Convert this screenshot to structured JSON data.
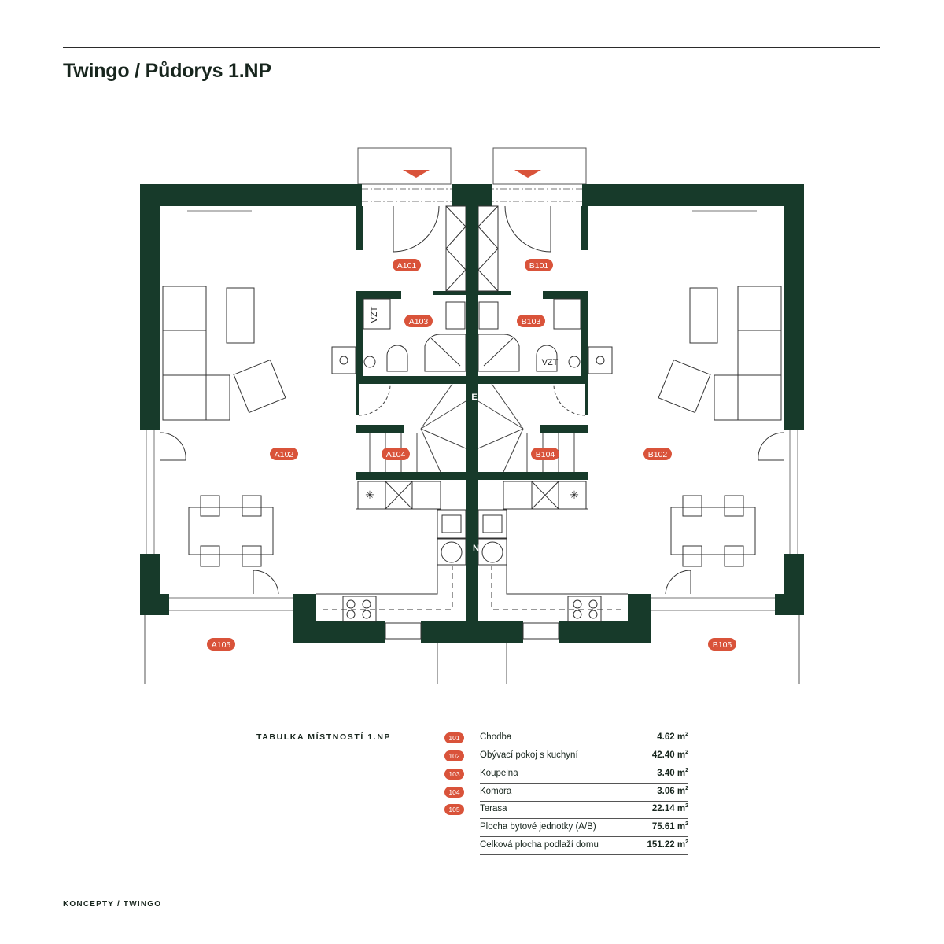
{
  "header": {
    "title": "Twingo / Půdorys 1.NP"
  },
  "colors": {
    "wall": "#173a2a",
    "accent": "#d9533a"
  },
  "plan": {
    "rooms": {
      "a101": "A101",
      "a102": "A102",
      "a103": "A103",
      "a104": "A104",
      "a105": "A105",
      "b101": "B101",
      "b102": "B102",
      "b103": "B103",
      "b104": "B104",
      "b105": "B105"
    },
    "labels": {
      "vzt": "VZT",
      "east": "E",
      "north": "N"
    }
  },
  "table": {
    "title": "TABULKA MÍSTNOSTÍ 1.NP",
    "unit": "m",
    "rows": [
      {
        "code": "101",
        "name": "Chodba",
        "value": "4.62"
      },
      {
        "code": "102",
        "name": "Obývací pokoj s kuchyní",
        "value": "42.40"
      },
      {
        "code": "103",
        "name": "Koupelna",
        "value": "3.40"
      },
      {
        "code": "104",
        "name": "Komora",
        "value": "3.06"
      },
      {
        "code": "105",
        "name": "Terasa",
        "value": "22.14"
      },
      {
        "code": "",
        "name": "Plocha bytové jednotky (A/B)",
        "value": "75.61"
      },
      {
        "code": "",
        "name": "Celková plocha podlaží domu",
        "value": "151.22"
      }
    ]
  },
  "footer": {
    "text": "KONCEPTY / TWINGO"
  }
}
